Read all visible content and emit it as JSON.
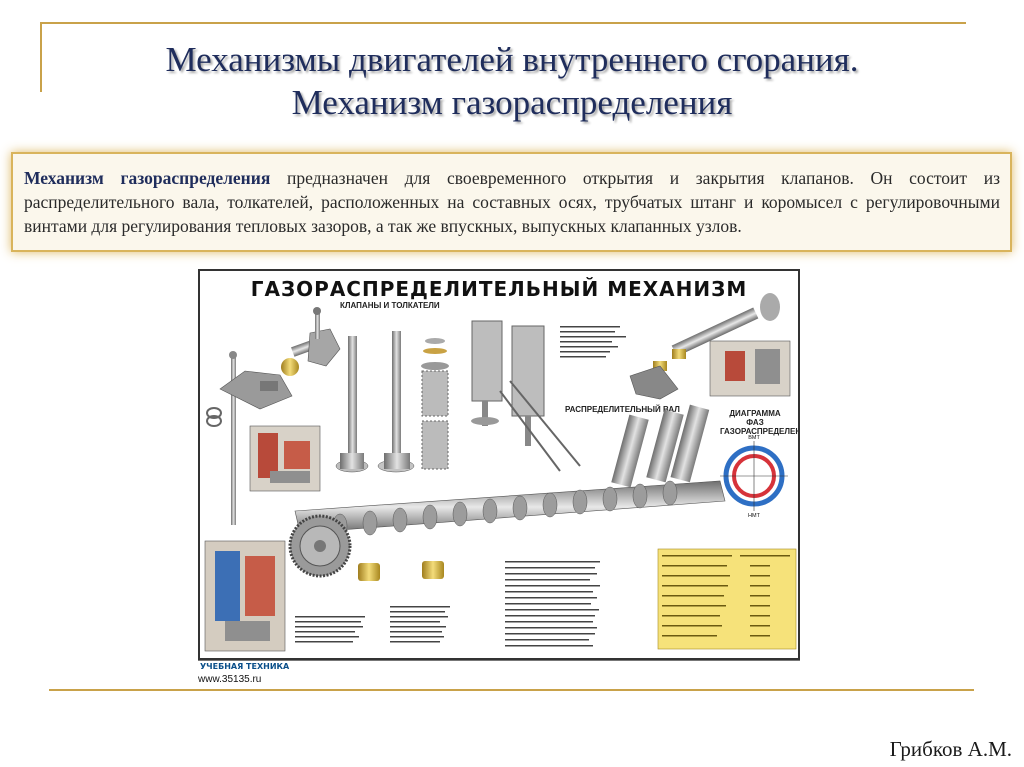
{
  "slide": {
    "title_line1": "Механизмы двигателей внутреннего сгорания.",
    "title_line2": "Механизм газораспределения",
    "description_bold": "Механизм газораспределения",
    "description_rest": " предназначен для своевременного открытия и закрытия клапанов. Он состоит из распределительного вала, толкателей, расположенных на составных осях, трубчатых штанг и коромысел с регулировочными винтами для регулирования тепловых зазоров, а так же впускных, выпускных клапанных узлов.",
    "author": "Грибков А.М."
  },
  "poster": {
    "title": "ГАЗОРАСПРЕДЕЛИТЕЛЬНЫЙ МЕХАНИЗМ",
    "subtitle_valves": "КЛАПАНЫ И ТОЛКАТЕЛИ",
    "subtitle_camshaft": "РАСПРЕДЕЛИТЕЛЬНЫЙ ВАЛ",
    "subtitle_diagram": "ДИАГРАММА ФАЗ ГАЗОРАСПРЕДЕЛЕНИЯ",
    "diagram_top": "ВМТ",
    "diagram_bottom": "НМТ",
    "url": "www.35135.ru",
    "logo": "УЧЕБНАЯ ТЕХНИКА"
  },
  "colors": {
    "title": "#1f2d5c",
    "frame": "#c9a24a",
    "box_border": "#d9b45c",
    "box_bg": "#fbf7ec",
    "steel": "#8f8f8f",
    "brass": "#d7b64a",
    "red_section": "#b84a3a",
    "diagram_blue": "#2e6fc4",
    "diagram_red": "#d6333a",
    "table_yellow": "#f6e27a"
  }
}
